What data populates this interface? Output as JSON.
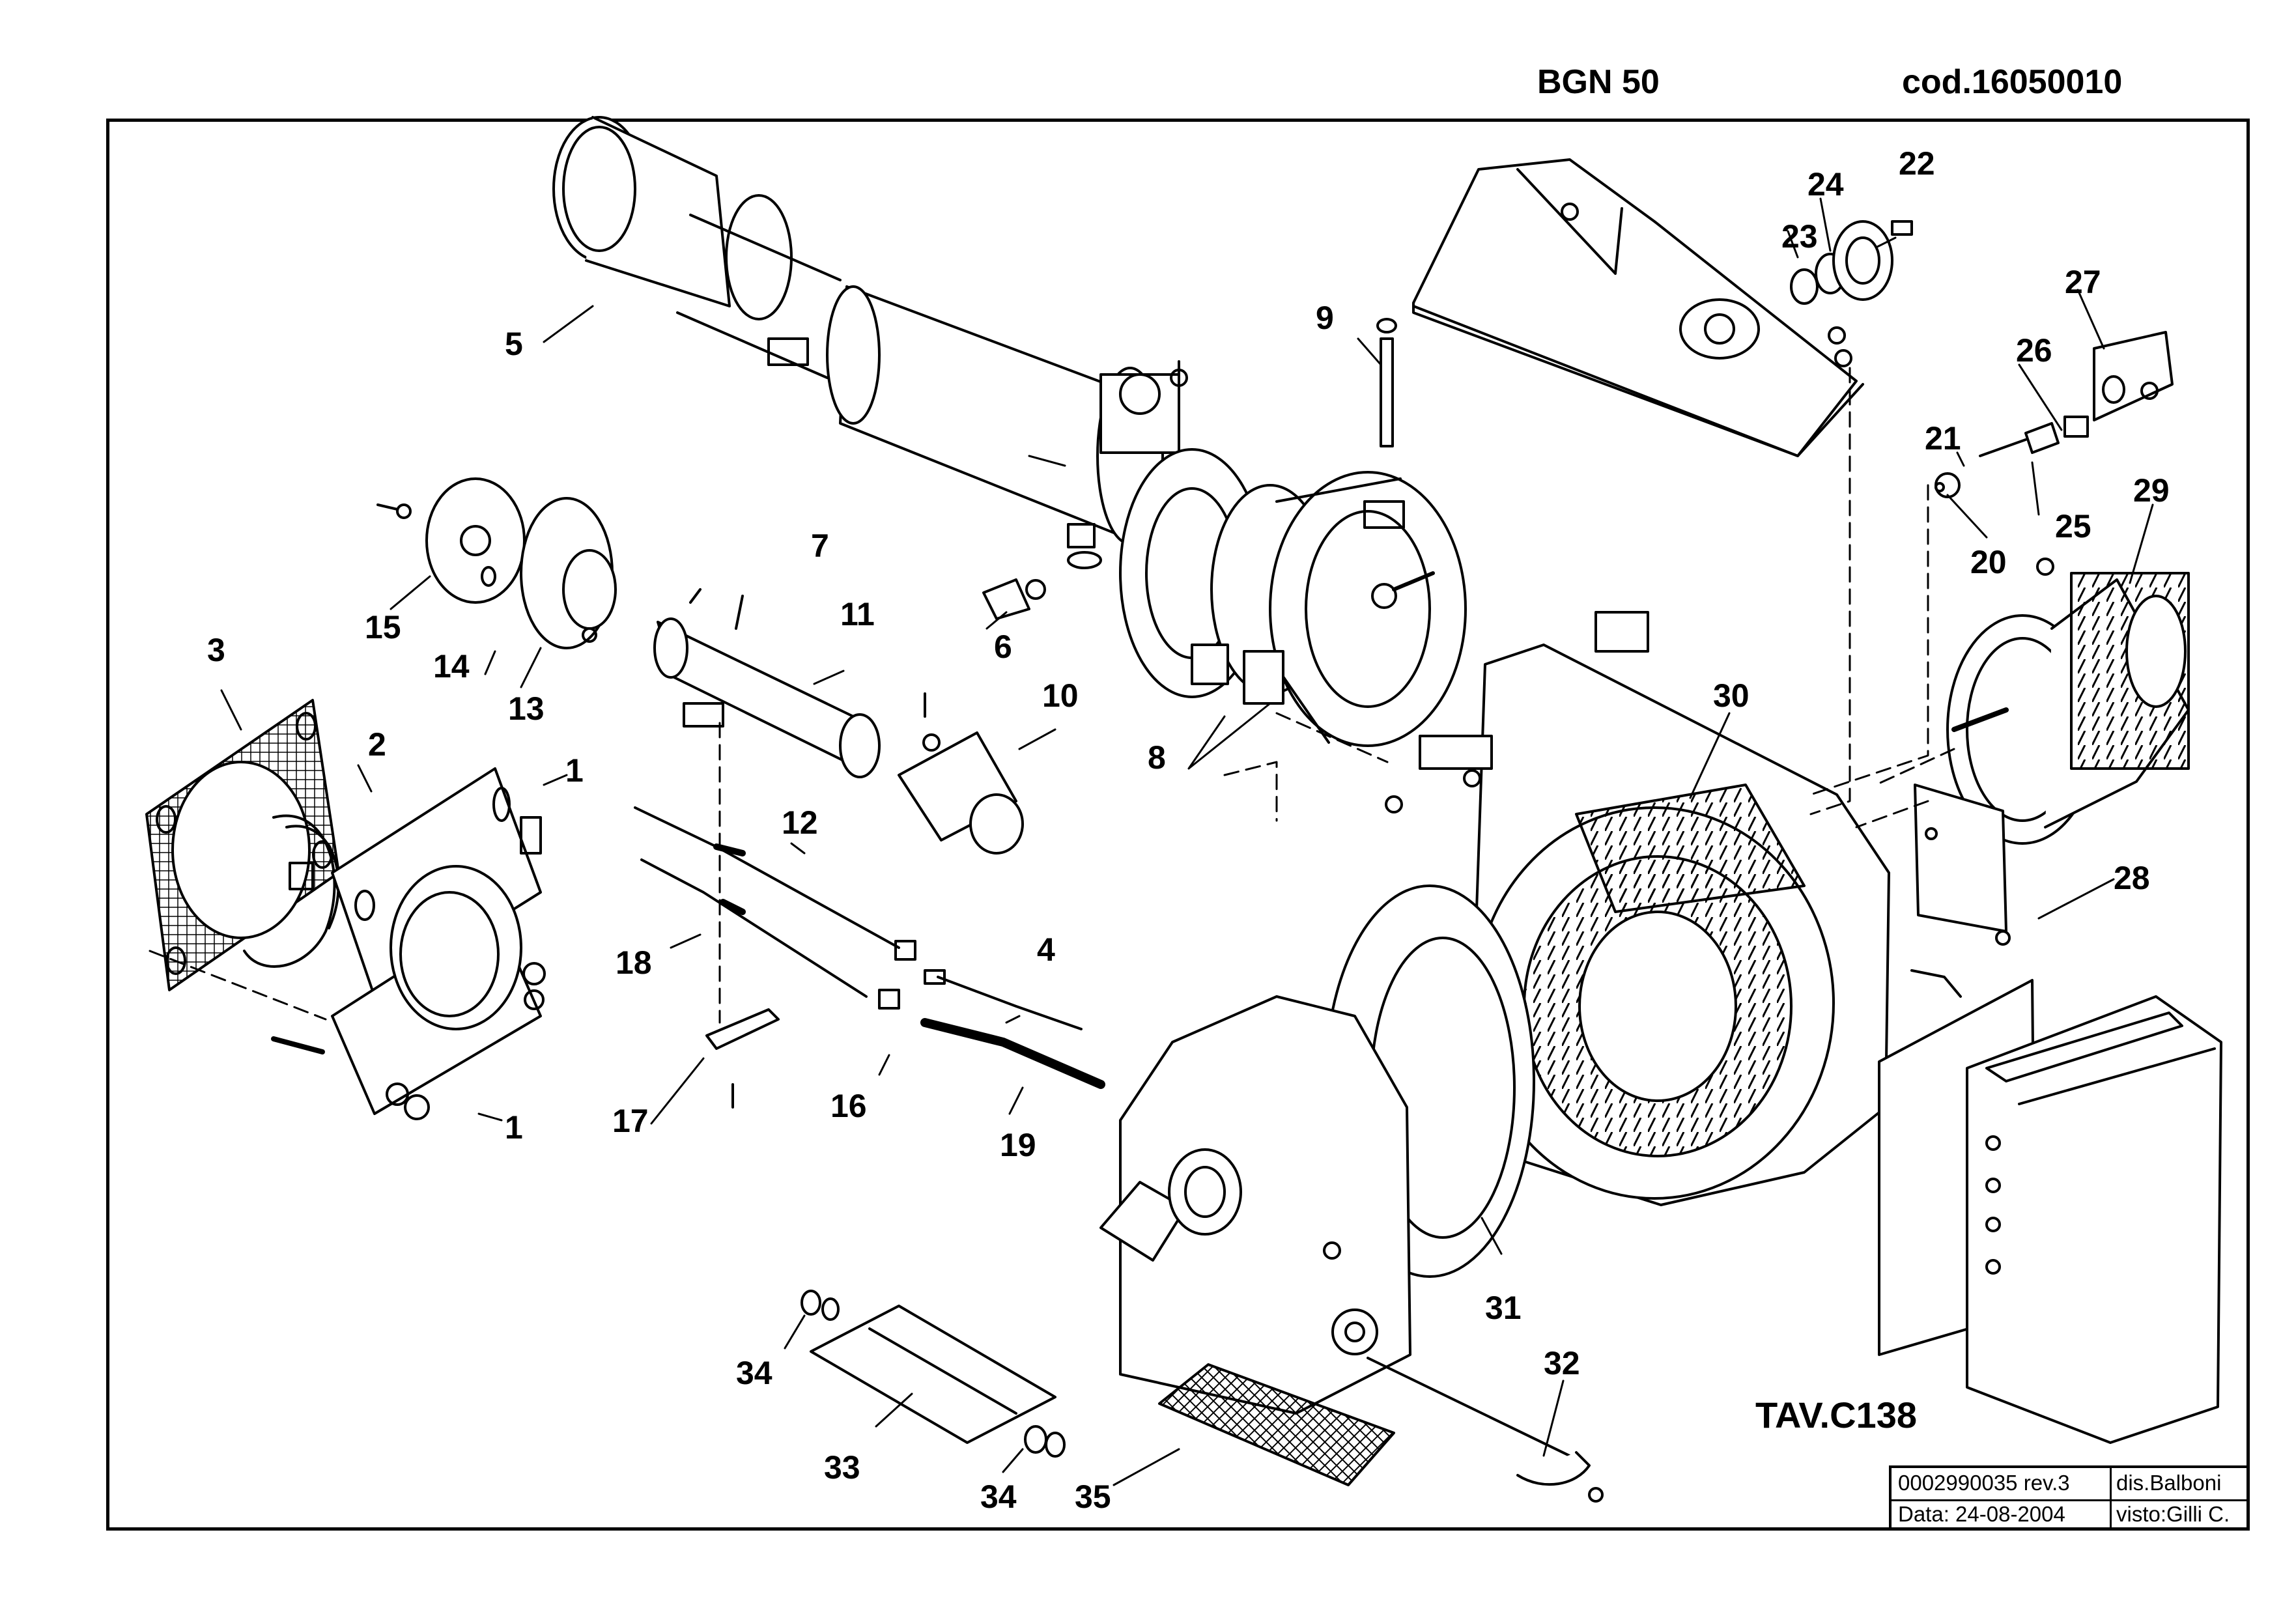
{
  "header": {
    "model": "BGN 50",
    "code": "cod.16050010"
  },
  "sheet_ref": "TAV.C138",
  "title_block": {
    "drawing_number": "0002990035 rev.3",
    "drawn_by": "dis.Balboni",
    "date": "Data: 24-08-2004",
    "checked_by": "visto:Gilli C."
  },
  "callouts": {
    "c1a": "1",
    "c1b": "1",
    "c2": "2",
    "c3": "3",
    "c4": "4",
    "c5": "5",
    "c6": "6",
    "c7": "7",
    "c8": "8",
    "c9": "9",
    "c10": "10",
    "c11": "11",
    "c12": "12",
    "c13": "13",
    "c14": "14",
    "c15": "15",
    "c16": "16",
    "c17": "17",
    "c18": "18",
    "c19": "19",
    "c20": "20",
    "c21": "21",
    "c22": "22",
    "c23": "23",
    "c24": "24",
    "c25": "25",
    "c26": "26",
    "c27": "27",
    "c28": "28",
    "c29": "29",
    "c30": "30",
    "c31": "31",
    "c32": "32",
    "c33": "33",
    "c34a": "34",
    "c34b": "34",
    "c35": "35"
  }
}
